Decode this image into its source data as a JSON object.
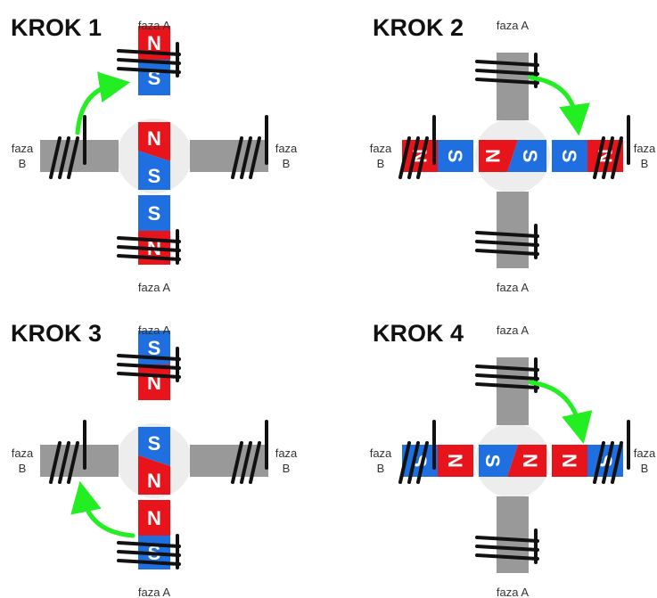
{
  "labels": {
    "phase_a": "faza A",
    "phase_b_line1": "faza",
    "phase_b_line2": "B",
    "north": "N",
    "south": "S"
  },
  "colors": {
    "north": "#e8141c",
    "south": "#1f6fe0",
    "core": "#999999",
    "rotor": "#ededed",
    "coil": "#111111",
    "arrow": "#22ee22",
    "text": "#333333"
  },
  "steps": [
    {
      "title": "KROK 1",
      "active_phase": "A",
      "rotor_outer": "N",
      "pole_outer": [
        "N",
        "S"
      ],
      "pole_inner": [
        "S",
        "N"
      ],
      "arrow_direction": "toward-active-pole"
    },
    {
      "title": "KROK 2",
      "active_phase": "B",
      "rotor_outer": "S",
      "pole_outer": [
        "N",
        "S"
      ],
      "pole_inner": [
        "S",
        "N"
      ],
      "arrow_direction": "toward-active-pole"
    },
    {
      "title": "KROK 3",
      "active_phase": "A",
      "rotor_outer": "S",
      "pole_outer": [
        "S",
        "N"
      ],
      "pole_inner": [
        "N",
        "S"
      ],
      "arrow_direction": "toward-active-pole"
    },
    {
      "title": "KROK 4",
      "active_phase": "B",
      "rotor_outer": "N",
      "pole_outer": [
        "S",
        "N"
      ],
      "pole_inner": [
        "N",
        "S"
      ],
      "arrow_direction": "toward-active-pole"
    }
  ]
}
